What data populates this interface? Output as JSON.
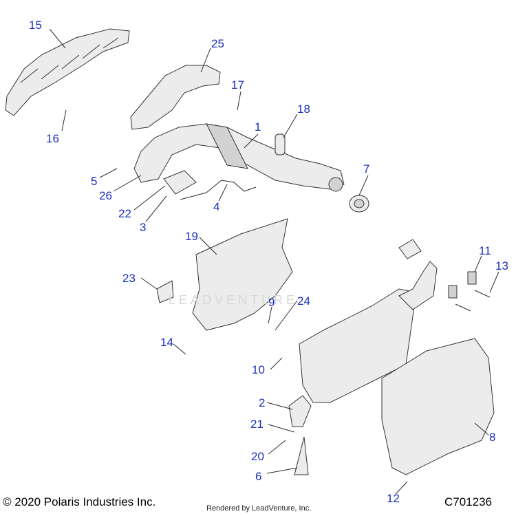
{
  "callouts": [
    {
      "label": "15"
    },
    {
      "label": "25"
    },
    {
      "label": "17"
    },
    {
      "label": "18"
    },
    {
      "label": "1"
    },
    {
      "label": "16"
    },
    {
      "label": "5"
    },
    {
      "label": "26"
    },
    {
      "label": "7"
    },
    {
      "label": "22"
    },
    {
      "label": "4"
    },
    {
      "label": "3"
    },
    {
      "label": "19"
    },
    {
      "label": "11"
    },
    {
      "label": "13"
    },
    {
      "label": "23"
    },
    {
      "label": "9"
    },
    {
      "label": "24"
    },
    {
      "label": "14"
    },
    {
      "label": "10"
    },
    {
      "label": "2"
    },
    {
      "label": "21"
    },
    {
      "label": "20"
    },
    {
      "label": "8"
    },
    {
      "label": "6"
    },
    {
      "label": "12"
    }
  ],
  "footer": {
    "copyright": "© 2020 Polaris Industries Inc.",
    "rendered_by": "Rendered by LeadVenture, Inc.",
    "diagram_code": "C701236"
  },
  "watermark": "LEADVENTURE"
}
